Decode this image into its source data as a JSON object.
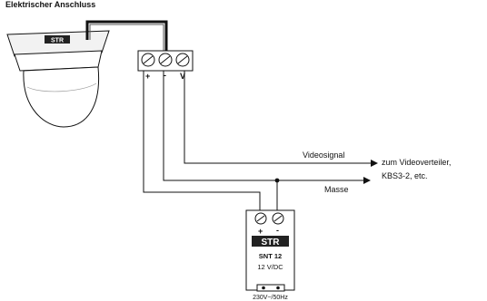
{
  "heading": "Elektrischer Anschluss",
  "camera": {
    "label": "STR"
  },
  "terminal": {
    "plus": "+",
    "minus": "-",
    "video": "V"
  },
  "signals": {
    "video": "Videosignal",
    "ground": "Masse"
  },
  "destination": {
    "line1": "zum Videoverteiler,",
    "line2": "KBS3-2, etc."
  },
  "power_supply": {
    "plus": "+",
    "minus": "-",
    "brand": "STR",
    "model": "SNT 12",
    "output": "12 V/DC",
    "mains": "230V~/50Hz"
  }
}
